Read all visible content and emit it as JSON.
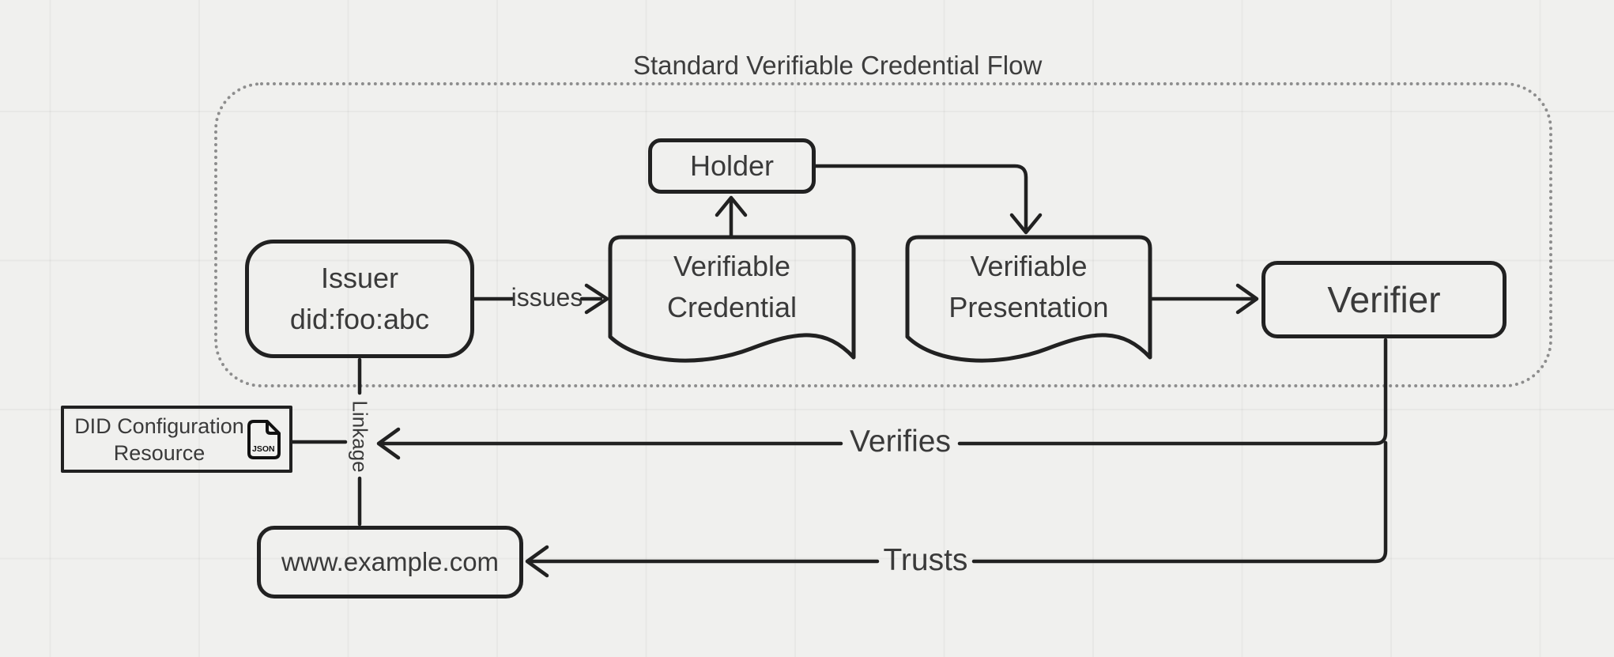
{
  "canvas": {
    "background_color": "#f0f0ee",
    "stroke_color": "#212121",
    "text_color": "#3a3a3a",
    "container_border_color": "#8d8d8d"
  },
  "title": "Standard Verifiable Credential Flow",
  "nodes": {
    "holder": {
      "label": "Holder"
    },
    "issuer": {
      "lines": [
        "Issuer",
        "did:foo:abc"
      ]
    },
    "verifiable_credential": {
      "lines": [
        "Verifiable",
        "Credential"
      ]
    },
    "verifiable_presentation": {
      "lines": [
        "Verifiable",
        "Presentation"
      ]
    },
    "verifier": {
      "label": "Verifier"
    },
    "did_configuration_resource": {
      "lines": [
        "DID Configuration",
        "Resource"
      ],
      "icon_text": "JSON"
    },
    "website": {
      "label": "www.example.com"
    }
  },
  "edges": {
    "issues": {
      "label": "issues"
    },
    "verifies": {
      "label": "Verifies"
    },
    "trusts": {
      "label": "Trusts"
    },
    "linkage": {
      "label": "Linkage"
    }
  }
}
